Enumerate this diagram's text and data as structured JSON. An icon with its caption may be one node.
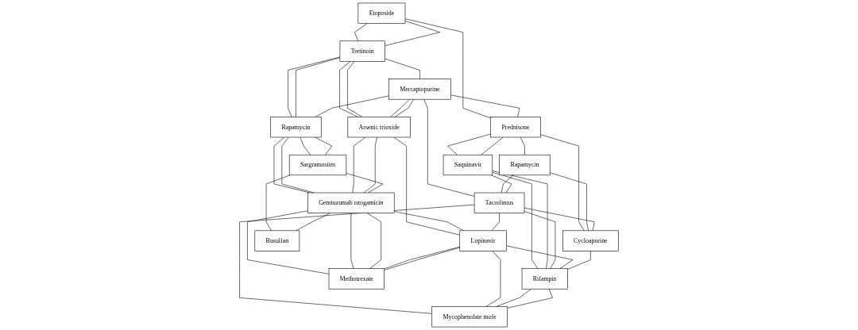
{
  "diagram": {
    "nodes": [
      {
        "text": [
          "Etoposide"
        ]
      },
      {
        "text": [
          "Prednisone"
        ]
      },
      {
        "text": [
          "Rapamycin"
        ]
      },
      {
        "text": [
          "Tretinoin"
        ]
      },
      {
        "text": [
          "Mercaptopurine"
        ]
      },
      {
        "text": [
          "Saquinavir"
        ]
      },
      {
        "text": [
          "Rapamycin"
        ]
      },
      {
        "text": [
          "Arsenic trioxide"
        ]
      },
      {
        "text": [
          "Tacrolimus"
        ]
      },
      {
        "text": [
          "Cycloaporine"
        ]
      },
      {
        "text": [
          "Sargramostim"
        ]
      },
      {
        "text": [
          "Gemtuzumab ozogamicin"
        ]
      },
      {
        "text": [
          "Lopinavir"
        ]
      },
      {
        "text": [
          "Rifampin"
        ]
      },
      {
        "text": [
          "Busulfan"
        ]
      },
      {
        "text": [
          "Methotrexate"
        ]
      },
      {
        "text": [
          "Mycophenolate mofe"
        ]
      }
    ],
    "edges": [
      {
        "from": 0,
        "to": 1,
        "arrow": "none"
      },
      {
        "from": 0,
        "to": 3,
        "arrow": "none"
      },
      {
        "from": 0,
        "to": 3,
        "arrow": "none"
      },
      {
        "from": 3,
        "to": 6,
        "arrow": "none"
      },
      {
        "from": 3,
        "to": 6,
        "arrow": "none"
      },
      {
        "from": 6,
        "to": 10,
        "arrow": "none"
      },
      {
        "from": 6,
        "to": 10,
        "arrow": "none"
      },
      {
        "from": 3,
        "to": 4,
        "arrow": "none"
      },
      {
        "from": 3,
        "to": 7,
        "arrow": "none"
      },
      {
        "from": 3,
        "to": 7,
        "arrow": "none"
      },
      {
        "from": 4,
        "to": 6,
        "arrow": "none"
      },
      {
        "from": 4,
        "to": 7,
        "arrow": "none"
      },
      {
        "from": 4,
        "to": 7,
        "arrow": "none"
      },
      {
        "from": 4,
        "to": 8,
        "arrow": "none"
      },
      {
        "from": 4,
        "to": 1,
        "arrow": "none"
      },
      {
        "from": 6,
        "to": 11,
        "arrow": "none"
      },
      {
        "from": 6,
        "to": 11,
        "arrow": "none"
      },
      {
        "from": 7,
        "to": 11,
        "arrow": "none"
      },
      {
        "from": 7,
        "to": 11,
        "arrow": "none"
      },
      {
        "from": 7,
        "to": 12,
        "arrow": "none"
      },
      {
        "from": 10,
        "to": 11,
        "arrow": "none"
      },
      {
        "from": 10,
        "to": 14,
        "arrow": "none"
      },
      {
        "from": 11,
        "to": 14,
        "arrow": "none"
      },
      {
        "from": 11,
        "to": 12,
        "arrow": "none"
      },
      {
        "from": 11,
        "to": 15,
        "arrow": "none"
      },
      {
        "from": 11,
        "to": 15,
        "arrow": "none"
      },
      {
        "from": 11,
        "to": 15,
        "arrow": "none"
      },
      {
        "from": 12,
        "to": 15,
        "arrow": "none"
      },
      {
        "from": 12,
        "to": 15,
        "arrow": "none"
      },
      {
        "from": 1,
        "to": 2,
        "arrow": "none"
      },
      {
        "from": 1,
        "to": 5,
        "arrow": "none"
      },
      {
        "from": 1,
        "to": 5,
        "arrow": "none"
      },
      {
        "from": 1,
        "to": 9,
        "arrow": "none"
      },
      {
        "from": 2,
        "to": 8,
        "arrow": "none"
      },
      {
        "from": 2,
        "to": 9,
        "arrow": "none"
      },
      {
        "from": 5,
        "to": 8,
        "arrow": "none"
      },
      {
        "from": 5,
        "to": 13,
        "arrow": "none"
      },
      {
        "from": 5,
        "to": 13,
        "arrow": "none"
      },
      {
        "from": 8,
        "to": 9,
        "arrow": "none"
      },
      {
        "from": 8,
        "to": 13,
        "arrow": "none"
      },
      {
        "from": 8,
        "to": 12,
        "arrow": "none"
      },
      {
        "from": 8,
        "to": 16,
        "arrow": "none"
      },
      {
        "from": 12,
        "to": 13,
        "arrow": "none"
      },
      {
        "from": 12,
        "to": 16,
        "arrow": "none"
      },
      {
        "from": 13,
        "to": 16,
        "arrow": "none"
      },
      {
        "from": 13,
        "to": 16,
        "arrow": "none"
      },
      {
        "from": 9,
        "to": 13,
        "arrow": "none"
      }
    ]
  }
}
